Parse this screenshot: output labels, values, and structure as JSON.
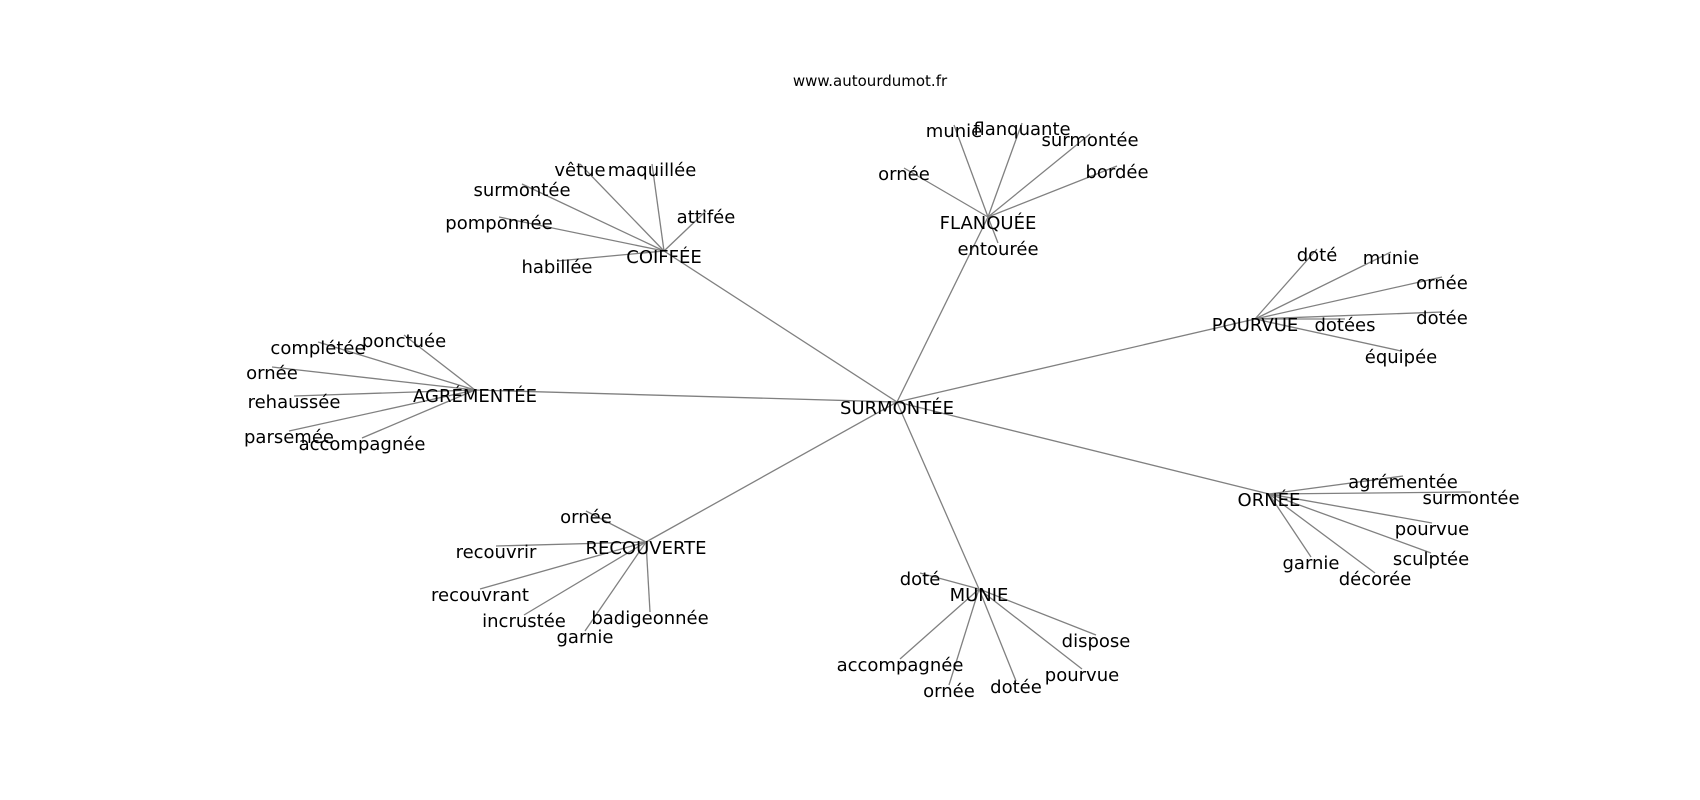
{
  "site": "www.autourdumot.fr",
  "colors": {
    "edge": "#808080",
    "text": "#000000",
    "background": "#ffffff"
  },
  "center": "SURMONTÉE",
  "groups": [
    {
      "hub": "COIFFÉE",
      "leaves": [
        "vêtue",
        "maquillée",
        "surmontée",
        "attifée",
        "pomponnée",
        "habillée"
      ]
    },
    {
      "hub": "FLANQUÉE",
      "leaves": [
        "munie",
        "flanquante",
        "surmontée",
        "ornée",
        "bordée",
        "entourée"
      ]
    },
    {
      "hub": "POURVUE",
      "leaves": [
        "doté",
        "munie",
        "ornée",
        "dotées",
        "dotée",
        "équipée"
      ]
    },
    {
      "hub": "AGRÉMENTÉE",
      "leaves": [
        "complétée",
        "ponctuée",
        "ornée",
        "rehaussée",
        "parsemée",
        "accompagnée"
      ]
    },
    {
      "hub": "ORNÉE",
      "leaves": [
        "agrémentée",
        "surmontée",
        "pourvue",
        "sculptée",
        "garnie",
        "décorée"
      ]
    },
    {
      "hub": "RECOUVERTE",
      "leaves": [
        "ornée",
        "recouvrir",
        "recouvrant",
        "incrustée",
        "badigeonnée",
        "garnie"
      ]
    },
    {
      "hub": "MUNIE",
      "leaves": [
        "doté",
        "dispose",
        "accompagnée",
        "pourvue",
        "ornée",
        "dotée"
      ]
    }
  ]
}
